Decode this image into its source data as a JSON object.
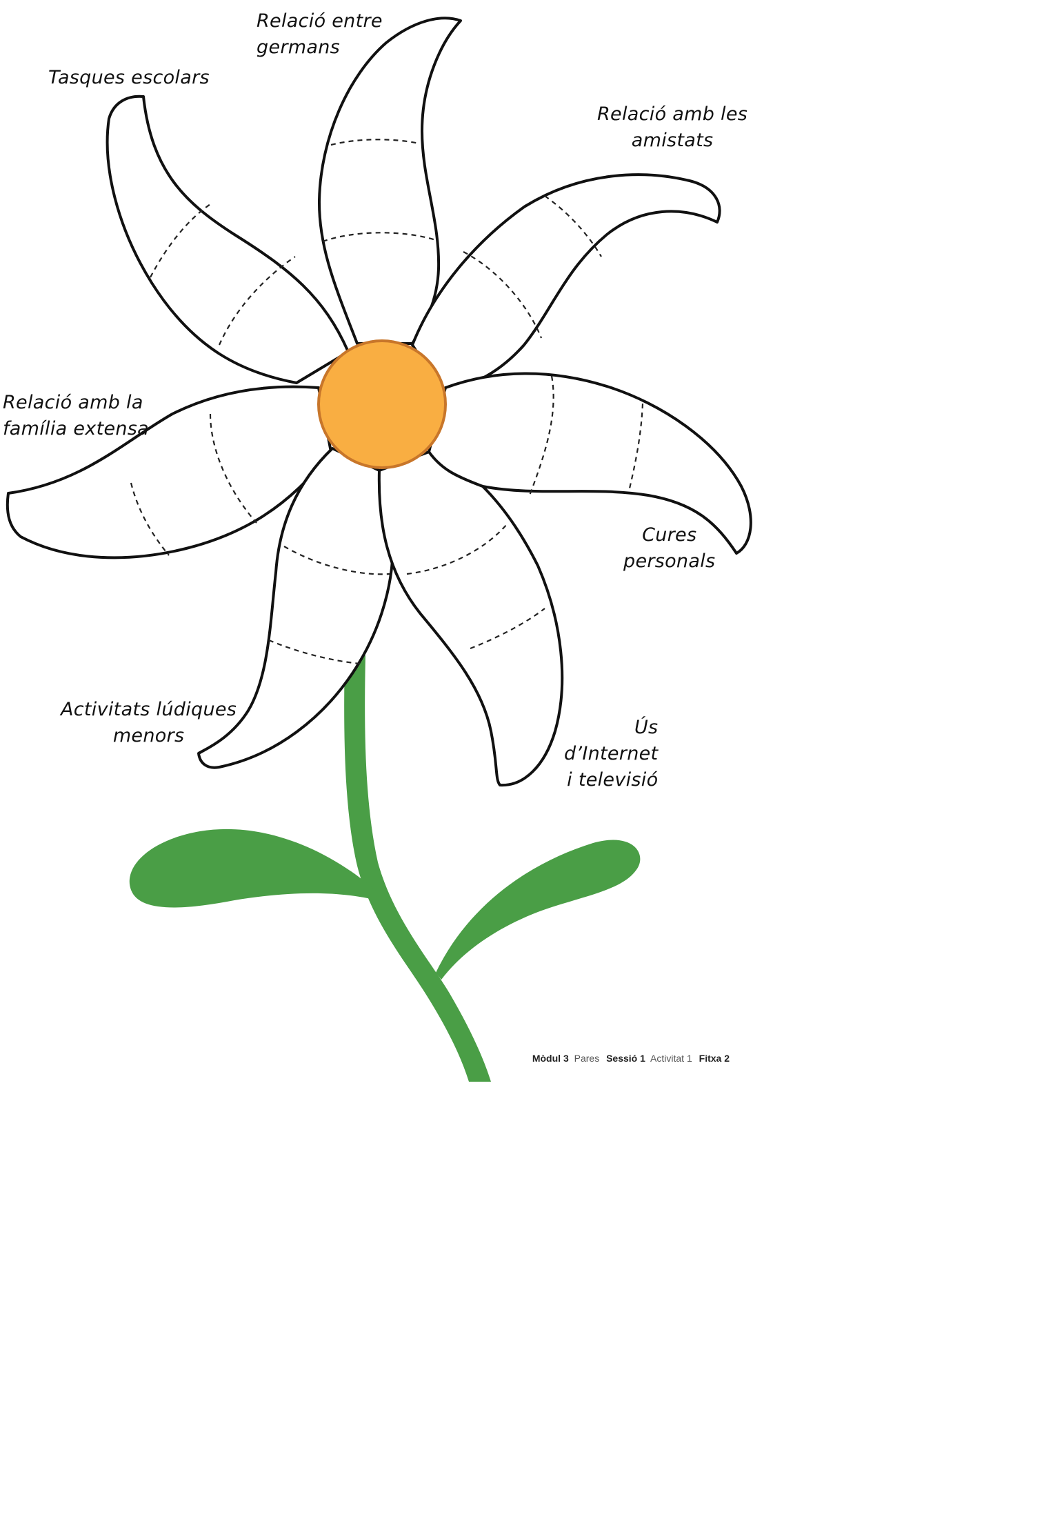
{
  "labels": {
    "siblings": [
      "Relació entre",
      "germans"
    ],
    "homework": [
      "Tasques escolars"
    ],
    "friends": [
      "Relació amb les",
      "amistats"
    ],
    "extended_family": [
      "Relació amb la",
      "família extensa"
    ],
    "personal_care": [
      "Cures",
      "personals"
    ],
    "play": [
      "Activitats lúdiques",
      "menors"
    ],
    "internet_tv": [
      "Ús",
      "d’Internet",
      "i televisió"
    ]
  },
  "footer": {
    "module": "Mòdul 3",
    "audience": "Pares",
    "session": "Sessió 1",
    "activity": "Activitat 1",
    "sheet": "Fitxa 2"
  },
  "colors": {
    "center": "#F9AE42",
    "center_stroke": "#C8762A",
    "stem": "#4A9E46",
    "outline": "#111111"
  }
}
